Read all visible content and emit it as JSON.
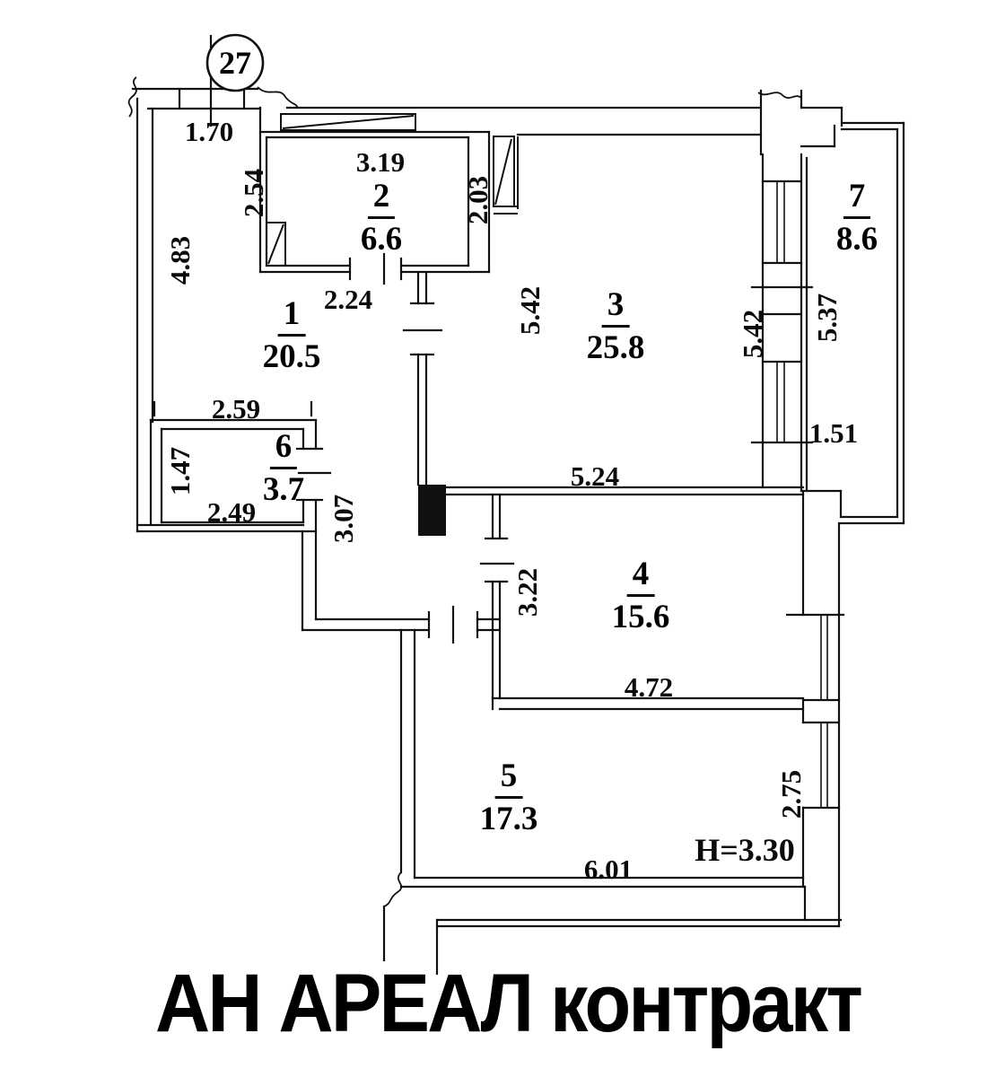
{
  "unit": {
    "number": "27"
  },
  "watermark": "АН АРЕАЛ контракт",
  "ceiling_height": "H=3.30",
  "rooms": [
    {
      "number": "1",
      "area": "20.5"
    },
    {
      "number": "2",
      "area": "6.6"
    },
    {
      "number": "3",
      "area": "25.8"
    },
    {
      "number": "4",
      "area": "15.6"
    },
    {
      "number": "5",
      "area": "17.3"
    },
    {
      "number": "6",
      "area": "3.7"
    },
    {
      "number": "7",
      "area": "8.6"
    }
  ],
  "dimensions": {
    "d1_70": "1.70",
    "d2_54": "2.54",
    "d4_83": "4.83",
    "d3_19": "3.19",
    "d2_03": "2.03",
    "d2_24": "2.24",
    "d5_42_left": "5.42",
    "d5_42_right": "5.42",
    "d5_37": "5.37",
    "d1_51": "1.51",
    "d2_59": "2.59",
    "d1_47": "1.47",
    "d2_49": "2.49",
    "d3_07": "3.07",
    "d5_24": "5.24",
    "d3_22": "3.22",
    "d4_72": "4.72",
    "d2_75": "2.75",
    "d6_01": "6.01"
  },
  "colors": {
    "line": "#111111",
    "background": "#ffffff",
    "text": "#000000"
  }
}
